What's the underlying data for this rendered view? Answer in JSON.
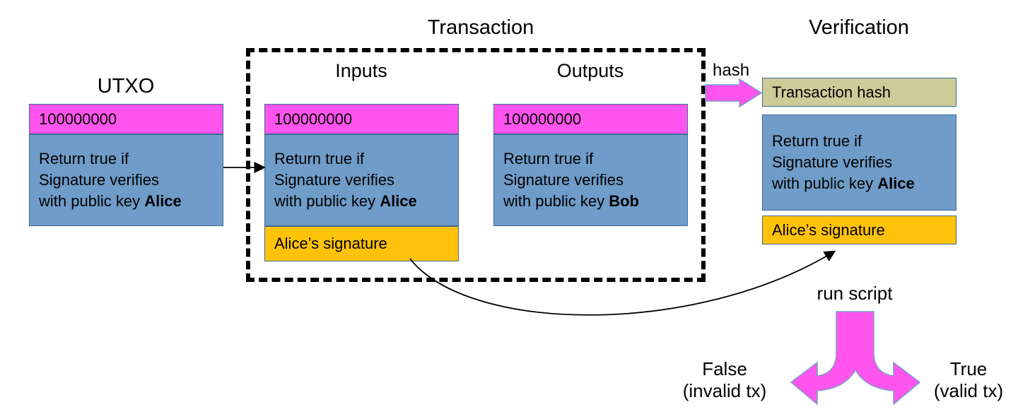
{
  "figure": {
    "title_left": "UTXO",
    "title_middle": "Transaction",
    "title_right": "Verification"
  },
  "utxo": {
    "heading": "UTXO",
    "amount": "100000000",
    "script": {
      "line1": "Return true if",
      "line2": "Signature verifies",
      "line3_prefix": "with public key ",
      "line3_key": "Alice"
    }
  },
  "transaction": {
    "heading": "Transaction",
    "inputs": {
      "heading": "Inputs",
      "amount": "100000000",
      "script": {
        "line1": "Return true if",
        "line2": "Signature verifies",
        "line3_prefix": "with public key ",
        "line3_key": "Alice"
      },
      "signature": "Alice’s signature"
    },
    "outputs": {
      "heading": "Outputs",
      "amount": "100000000",
      "script": {
        "line1": "Return true if",
        "line2": "Signature verifies",
        "line3_prefix": "with public key ",
        "line3_key": "Bob"
      }
    }
  },
  "verification": {
    "heading": "Verification",
    "hash_arrow_label": "hash",
    "transaction_hash": "Transaction hash",
    "script": {
      "line1": "Return true if",
      "line2": "Signature verifies",
      "line3_prefix": "with public key ",
      "line3_key": "Alice"
    },
    "signature": "Alice’s signature",
    "run_script_label": "run script",
    "outcome_false": {
      "line1": "False",
      "line2": "(invalid tx)"
    },
    "outcome_true": {
      "line1": "True",
      "line2": "(valid tx)"
    }
  },
  "colors": {
    "amount_magenta": "#ff55ee",
    "script_blue": "#6f9cc8",
    "signature_gold": "#ffc20a",
    "hash_khaki": "#cdcc99",
    "arrow_magenta": "#ff55ee",
    "box_border": "#3f6a96",
    "frame_black": "#000000",
    "background": "#ffffff"
  }
}
